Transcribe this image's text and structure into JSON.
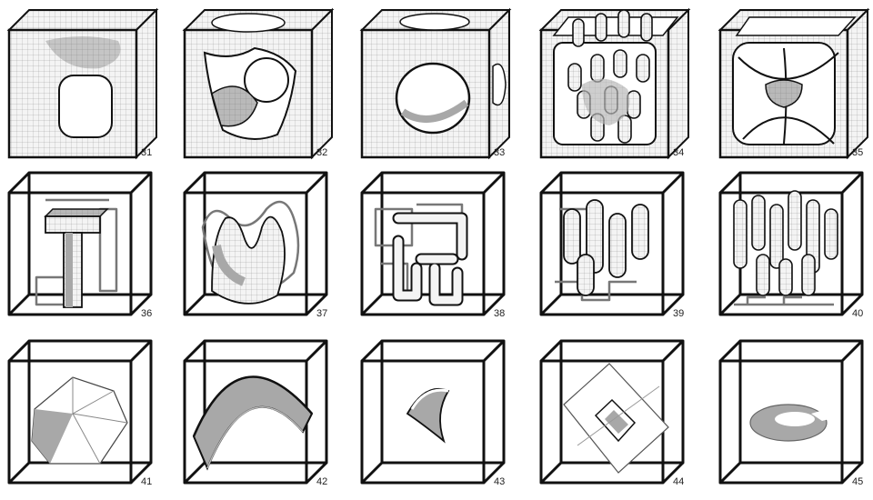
{
  "colors": {
    "edge": "#111111",
    "mesh_fill": "#f4f4f4",
    "mesh_line": "#9a9a9a",
    "shade": "#a8a8a8",
    "interior_line": "#777777",
    "background": "#ffffff"
  },
  "figures": [
    {
      "label": "31",
      "style": "solid-cube"
    },
    {
      "label": "32",
      "style": "organic-frame"
    },
    {
      "label": "33",
      "style": "round-holes"
    },
    {
      "label": "34",
      "style": "frame-knobs"
    },
    {
      "label": "35",
      "style": "frame-web"
    },
    {
      "label": "36",
      "style": "t-shape"
    },
    {
      "label": "37",
      "style": "blob-w"
    },
    {
      "label": "38",
      "style": "pipe-lattice"
    },
    {
      "label": "39",
      "style": "column-cluster"
    },
    {
      "label": "40",
      "style": "column-forest"
    },
    {
      "label": "41",
      "style": "icosahedron"
    },
    {
      "label": "42",
      "style": "saddle"
    },
    {
      "label": "43",
      "style": "small-sheet"
    },
    {
      "label": "44",
      "style": "tilted-square"
    },
    {
      "label": "45",
      "style": "torus"
    }
  ]
}
